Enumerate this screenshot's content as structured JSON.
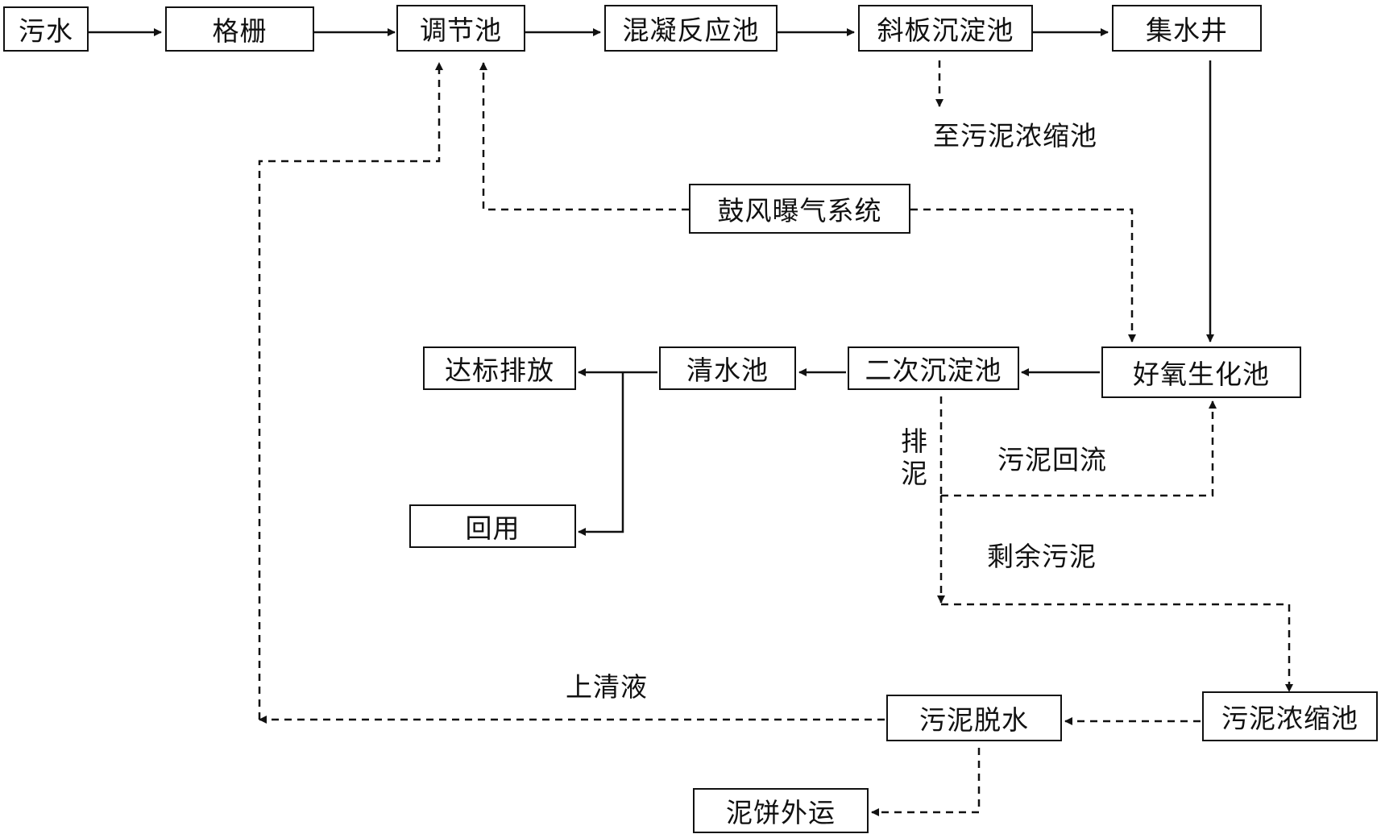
{
  "nodes": {
    "sewage": "污水",
    "grid": "格栅",
    "regulating_tank": "调节池",
    "coagulation_tank": "混凝反应池",
    "inclined_settling": "斜板沉淀池",
    "collection_well": "集水井",
    "blower_system": "鼓风曝气系统",
    "aerobic_tank": "好氧生化池",
    "secondary_settling": "二次沉淀池",
    "clear_water_tank": "清水池",
    "discharge": "达标排放",
    "reuse": "回用",
    "thickener": "污泥浓缩池",
    "dewatering": "污泥脱水",
    "cake_transport": "泥饼外运"
  },
  "labels": {
    "to_thickener": "至污泥浓缩池",
    "sludge_discharge_1": "排",
    "sludge_discharge_2": "泥",
    "sludge_return": "污泥回流",
    "excess_sludge": "剩余污泥",
    "supernatant": "上清液"
  }
}
